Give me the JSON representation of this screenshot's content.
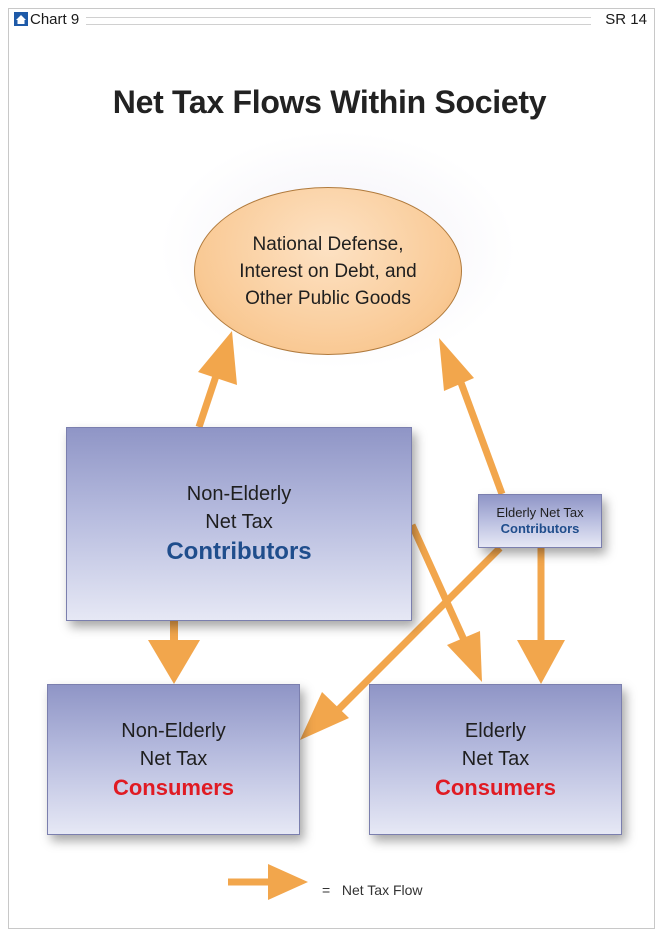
{
  "header": {
    "chart_label": "Chart 9",
    "sr_label": "SR 14",
    "icon": "house-icon"
  },
  "title": "Net Tax Flows Within Society",
  "ellipse": {
    "line1": "National Defense,",
    "line2": "Interest on Debt, and",
    "line3": "Other Public Goods"
  },
  "boxes": {
    "non_elderly_contributors": {
      "line1": "Non-Elderly",
      "line2": "Net Tax",
      "emphasis": "Contributors"
    },
    "elderly_contributors": {
      "line1": "Elderly Net Tax",
      "emphasis": "Contributors"
    },
    "non_elderly_consumers": {
      "line1": "Non-Elderly",
      "line2": "Net Tax",
      "emphasis": "Consumers"
    },
    "elderly_consumers": {
      "line1": "Elderly",
      "line2": "Net Tax",
      "emphasis": "Consumers"
    }
  },
  "legend": {
    "equals": "=",
    "label": "Net Tax Flow"
  },
  "colors": {
    "arrow": "#f2a64c",
    "box_gradient_top": "#8f95c6",
    "ellipse_fill": "#f9c994",
    "contributors_text": "#1f4d8c",
    "consumers_text": "#e01b23"
  }
}
